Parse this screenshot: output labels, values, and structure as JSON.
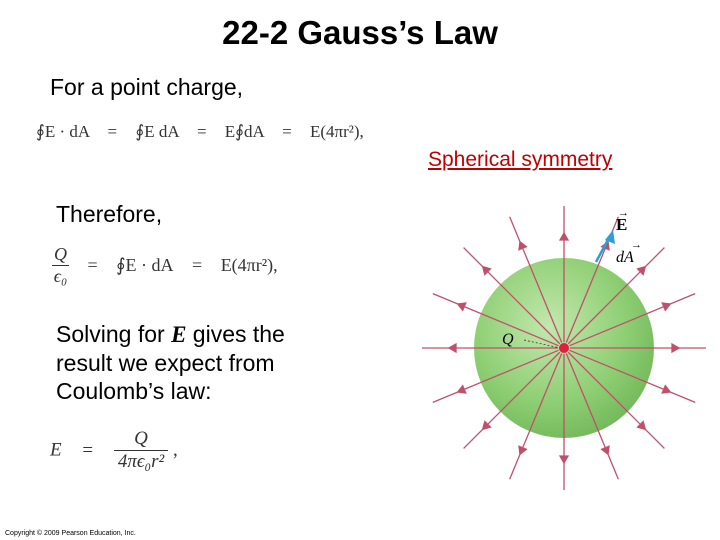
{
  "slide": {
    "title": "22-2 Gauss’s Law",
    "intro": "For a point charge,",
    "therefore": "Therefore,",
    "solving_line1_prefix": "Solving for ",
    "solving_var": "E",
    "solving_line1_suffix": " gives the",
    "solving_line2": "result we expect from",
    "solving_line3": "Coulomb’s law:",
    "link": "Spherical symmetry",
    "copyright": "Copyright © 2009 Pearson Education, Inc."
  },
  "equations": {
    "eq1": {
      "lhs": "∮E · dA",
      "eq_a": "=",
      "term2": "∮E dA",
      "eq_b": "=",
      "term3": "E∮dA",
      "eq_c": "=",
      "term4": "E(4πr²),"
    },
    "eq2": {
      "num": "Q",
      "den": "ϵ₀",
      "eq_a": "=",
      "term2": "∮E · dA",
      "eq_b": "=",
      "term3": "E(4πr²),"
    },
    "eq3": {
      "lhs": "E",
      "eq": "=",
      "num": "Q",
      "den": "4πϵ₀r²"
    }
  },
  "diagram": {
    "label_E": "E",
    "label_dA": "dA",
    "label_Q": "Q",
    "sphere_color": "#8fcf74",
    "field_line_color": "#c0506a",
    "vector_color": "#2a9fd8",
    "charge_color": "#e02040"
  }
}
